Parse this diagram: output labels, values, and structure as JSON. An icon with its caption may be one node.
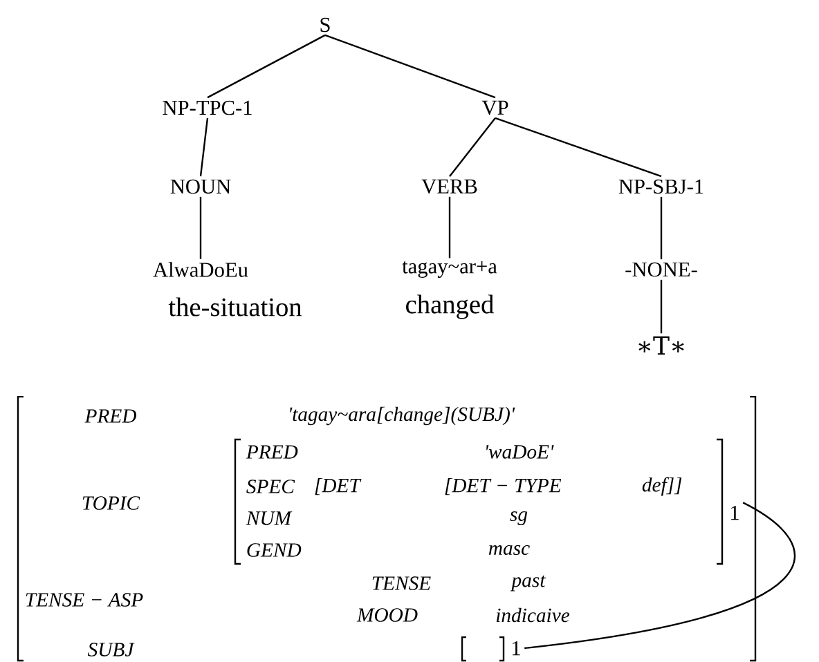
{
  "diagram": {
    "nodes": [
      {
        "text": [
          "S"
        ]
      },
      {
        "text": [
          "NP-TPC-1"
        ]
      },
      {
        "text": [
          "VP"
        ]
      },
      {
        "text": [
          "NOUN"
        ]
      },
      {
        "text": [
          "VERB"
        ]
      },
      {
        "text": [
          "NP-SBJ-1"
        ]
      },
      {
        "text": [
          "AlwaDoEu"
        ],
        "beside": [
          "the-situation"
        ]
      },
      {
        "text": [
          "tagay~ar+a"
        ],
        "beside": [
          "changed"
        ]
      },
      {
        "text": [
          "-NONE-"
        ]
      },
      {
        "text": [
          "∗T∗"
        ]
      },
      {
        "text": [
          "1"
        ]
      },
      {
        "text": [
          "1"
        ]
      }
    ],
    "edges": [
      {
        "from": 0,
        "to": 1,
        "arrow": "none"
      },
      {
        "from": 0,
        "to": 2,
        "arrow": "none"
      },
      {
        "from": 1,
        "to": 3,
        "arrow": "none"
      },
      {
        "from": 3,
        "to": 6,
        "arrow": "none"
      },
      {
        "from": 2,
        "to": 4,
        "arrow": "none"
      },
      {
        "from": 2,
        "to": 5,
        "arrow": "none"
      },
      {
        "from": 4,
        "to": 7,
        "arrow": "none"
      },
      {
        "from": 5,
        "to": 8,
        "arrow": "none"
      },
      {
        "from": 8,
        "to": 9,
        "arrow": "none"
      },
      {
        "from": 10,
        "to": 11,
        "arrow": "none"
      }
    ],
    "labels": [
      "PRED",
      "'tagay~ara[change](SUBJ)'",
      "TOPIC",
      "PRED",
      "'waDoE'",
      "SPEC",
      "[DET",
      "[DET − TYPE",
      "def]]",
      "NUM",
      "sg",
      "GEND",
      "masc",
      "TENSE − ASP",
      "TENSE",
      "past",
      "MOOD",
      "indicaive",
      "SUBJ"
    ]
  }
}
